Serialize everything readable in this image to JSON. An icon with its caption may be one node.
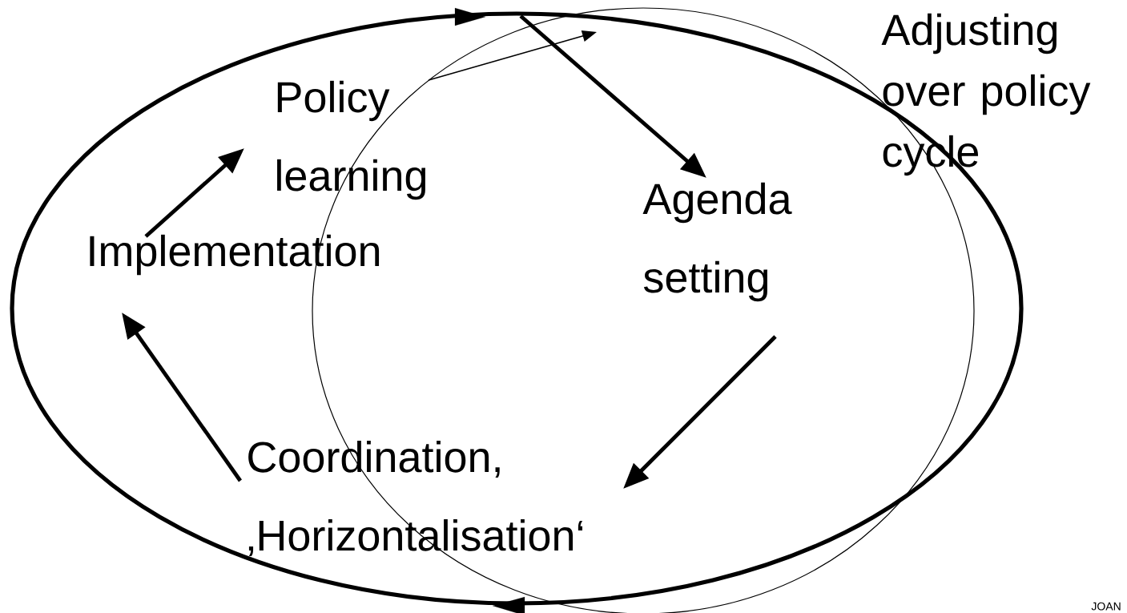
{
  "diagram": {
    "nodes": [
      {
        "text": [
          "Policy learning"
        ]
      },
      {
        "text": [
          "Agenda setting"
        ]
      },
      {
        "text": [
          "Coordination, ‚Horizontalisation‘"
        ]
      },
      {
        "text": [
          "Implementation"
        ]
      },
      {
        "text": [
          "Adjusting over policy cycle"
        ]
      }
    ],
    "edges": [
      {
        "from": null,
        "to": 1,
        "arrow": "to"
      },
      {
        "from": 1,
        "to": 2,
        "arrow": "to"
      },
      {
        "from": 2,
        "to": 3,
        "arrow": "to"
      },
      {
        "from": 3,
        "to": 0,
        "arrow": "to"
      }
    ],
    "labels": [
      "JOAN"
    ]
  }
}
